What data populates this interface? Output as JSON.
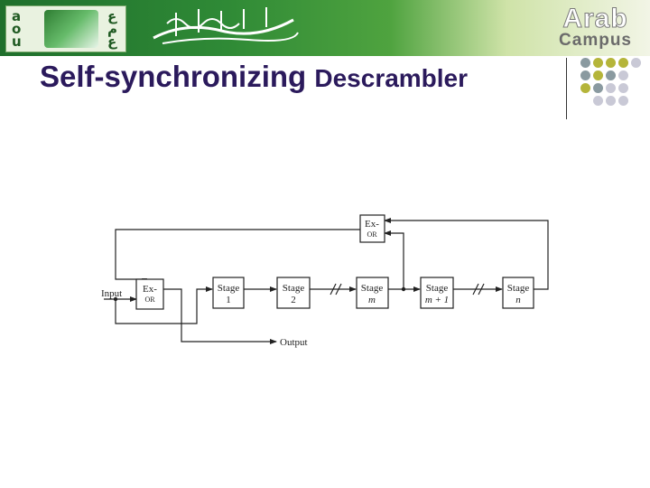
{
  "header": {
    "logo_letters_left": [
      "a",
      "o",
      "u"
    ],
    "logo_letters_right": [
      "ع",
      "م",
      "ع"
    ],
    "brand_line1": "Arab",
    "brand_line2": "Campus"
  },
  "slide": {
    "title_main": "Self-synchronizing",
    "title_second": "Descrambler"
  },
  "diagram": {
    "input_label": "Input",
    "output_label": "Output",
    "xor_in_line1": "Ex-",
    "xor_in_line2": "OR",
    "xor_fb_line1": "Ex-",
    "xor_fb_line2": "OR",
    "stages": [
      {
        "line1": "Stage",
        "line2": "1"
      },
      {
        "line1": "Stage",
        "line2": "2"
      },
      {
        "line1": "Stage",
        "line2": "m"
      },
      {
        "line1": "Stage",
        "line2": "m + 1"
      },
      {
        "line1": "Stage",
        "line2": "n"
      }
    ]
  },
  "colors": {
    "title": "#2b1a5c",
    "line": "#222222",
    "dot_gray": "#8a9aa0",
    "dot_olive": "#b5b53a",
    "dot_light": "#c9c9d6"
  }
}
